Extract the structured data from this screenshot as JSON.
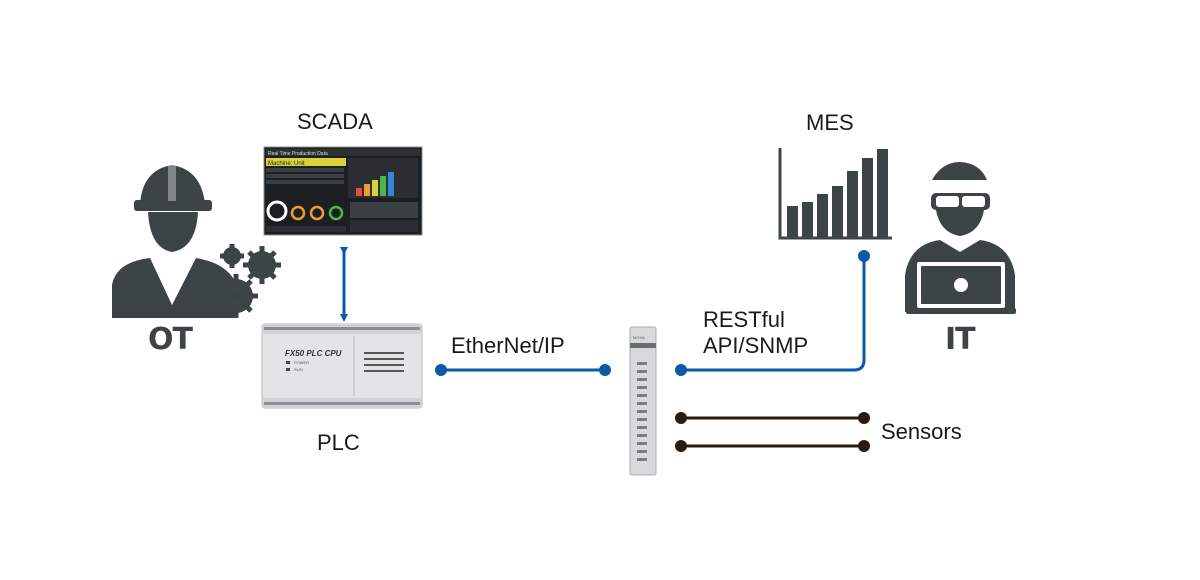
{
  "labels": {
    "scada": "SCADA",
    "plc": "PLC",
    "mes": "MES",
    "ot": "OT",
    "it": "IT",
    "ethernet_ip": "EtherNet/IP",
    "restful_line1": "RESTful",
    "restful_line2": "API/SNMP",
    "sensors": "Sensors"
  },
  "devices": {
    "scada_screen_title": "Real Time Production Data",
    "scada_machine": "Machine: Unit",
    "plc_model": "FX50 PLC CPU",
    "plc_led_power": "POWER",
    "plc_led_run": "RUN",
    "io_brand": "MOXA"
  },
  "colors": {
    "figure": "#3d4446",
    "link_blue": "#0b5aa8",
    "link_dark": "#2a1a14"
  }
}
